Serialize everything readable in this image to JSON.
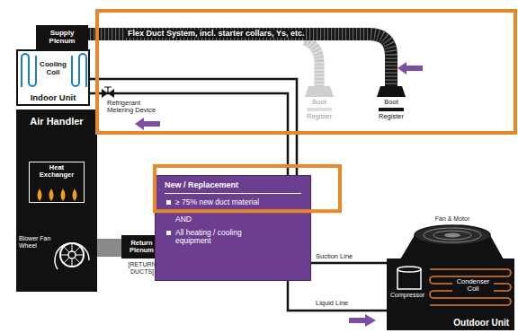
{
  "diagram": {
    "nodes": [
      {
        "text": [
          "Supply Plenum"
        ]
      },
      {
        "text": [
          "Cooling Coil",
          "Indoor Unit"
        ]
      },
      {
        "text": [
          "Air Handler"
        ]
      },
      {
        "text": [
          "Heat Exchanger"
        ],
        "in": 2
      },
      {
        "text": [
          "Return Plenum"
        ]
      },
      {
        "text": [
          "New / Replacement",
          "≥ 75% new duct material",
          "AND",
          "All heating / cooling equipment"
        ]
      },
      {
        "text": [
          "Outdoor Unit"
        ]
      }
    ],
    "edges": [
      {
        "from": 1,
        "to": 6,
        "arrow": "none",
        "label": "Suction Line"
      },
      {
        "from": 1,
        "to": 6,
        "arrow": "none",
        "label": "Liquid Line"
      }
    ],
    "labels": [
      "Flex Duct System, incl. starter collars, Ys, etc.",
      "Refrigerant Metering Device",
      "Blower Fan Wheel",
      "[RETURN DUCTS]",
      "Boot",
      "Register",
      "Boot",
      "Register",
      "Fan & Motor",
      "Compressor",
      "Condenser Coil"
    ]
  }
}
